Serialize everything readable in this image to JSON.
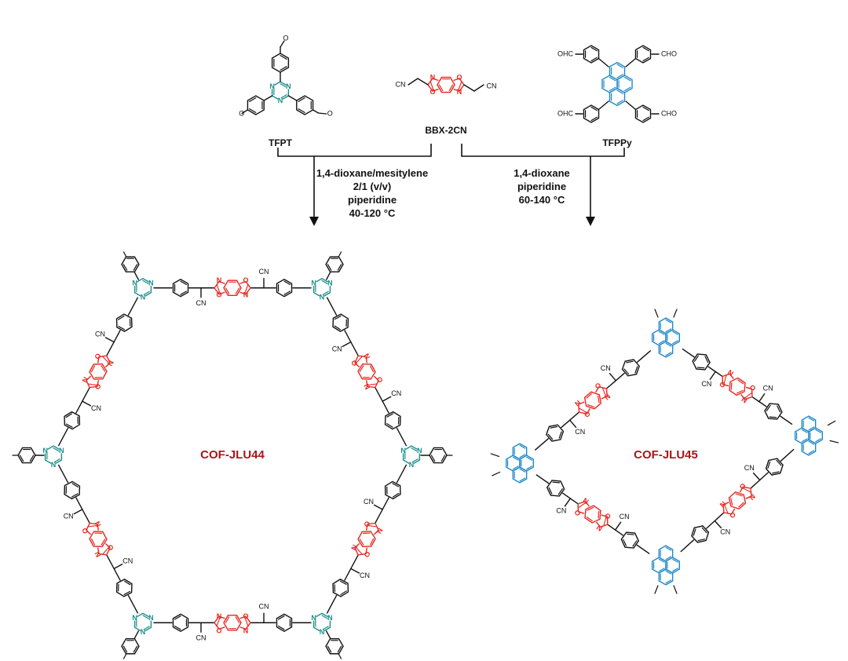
{
  "monomers": {
    "tfpt": "TFPT",
    "bbx": "BBX-2CN",
    "tfppy": "TFPPy"
  },
  "atoms": {
    "cn": "CN",
    "n": "N",
    "o": "O",
    "cho": "OHC",
    "cho_r": "CHO"
  },
  "conditions_left": {
    "solvent": "1,4-dioxane/mesitylene",
    "ratio": "2/1 (v/v)",
    "base": "piperidine",
    "temp": "40-120 °C"
  },
  "conditions_right": {
    "solvent": "1,4-dioxane",
    "base": "piperidine",
    "temp": "60-140 °C"
  },
  "products": {
    "left": "COF-JLU44",
    "right": "COF-JLU45"
  },
  "colors": {
    "bond": "#111111",
    "benzobisoxazole": "#e8261f",
    "triazine": "#1a8f8a",
    "pyrene": "#1e88c9",
    "cof_label": "#a4181c"
  }
}
